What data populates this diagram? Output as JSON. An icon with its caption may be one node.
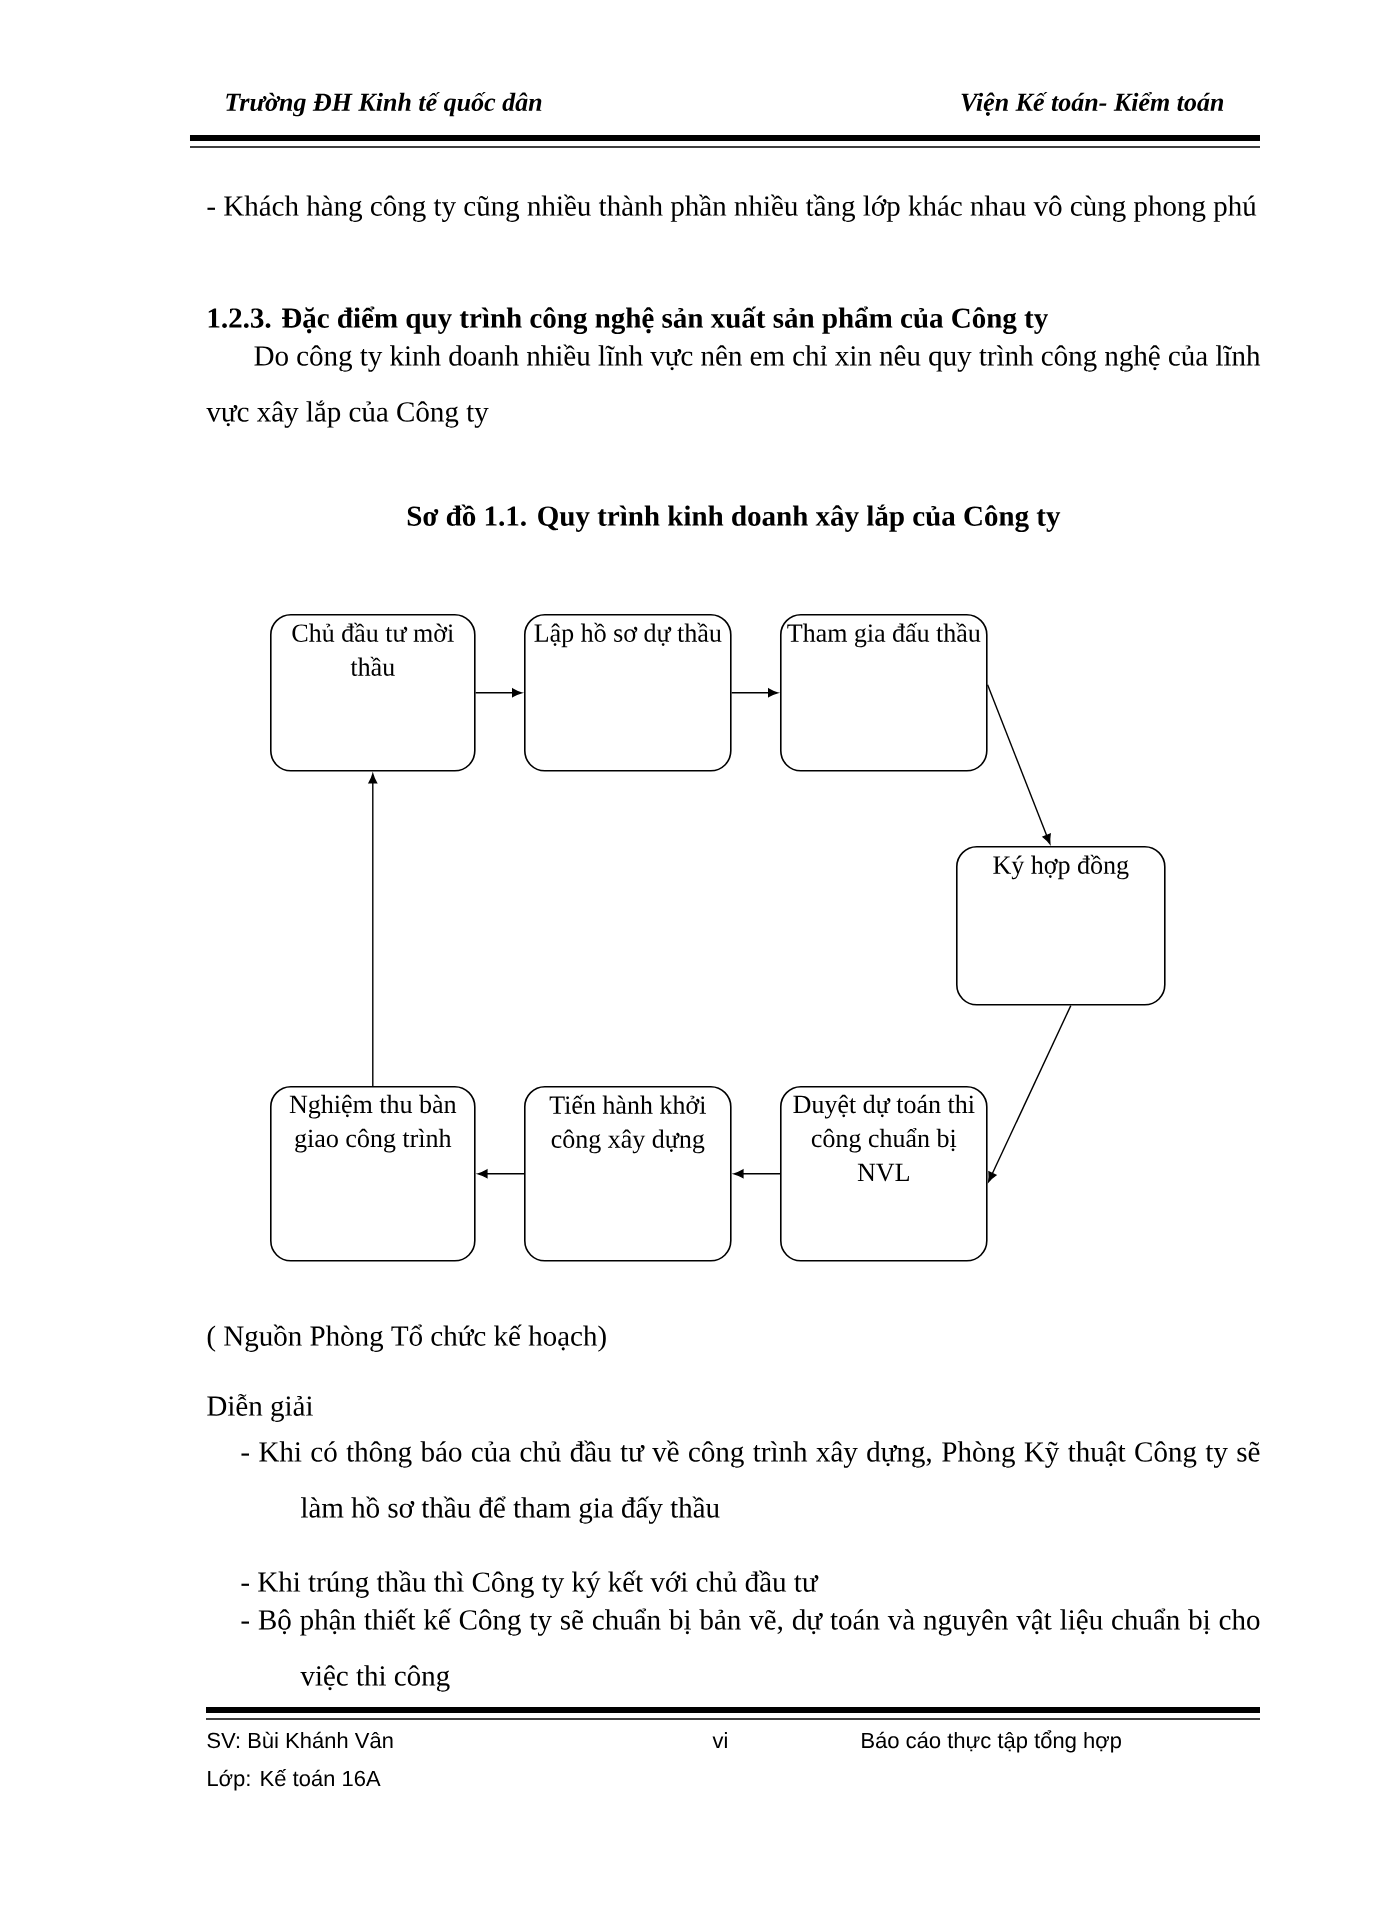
{
  "diagram": {
    "title": "Sơ đồ 1.1. Quy trình kinh doanh xây lắp của Công ty",
    "caption": "( Nguồn Phòng Tổ chức kế hoạch)",
    "nodes": [
      {
        "text": [
          "Chủ đầu tư mời thầu"
        ]
      },
      {
        "text": [
          "Lập hồ sơ dự thầu"
        ]
      },
      {
        "text": [
          "Tham gia đấu thầu"
        ]
      },
      {
        "text": [
          "Ký hợp đồng"
        ]
      },
      {
        "text": [
          "Duyệt dự toán thi công chuẩn bị NVL"
        ]
      },
      {
        "text": [
          "Tiến hành khởi công xây dựng"
        ]
      },
      {
        "text": [
          "Nghiệm thu bàn giao công trình"
        ]
      }
    ],
    "edges": [
      {
        "from": 0,
        "to": 1,
        "arrow": "to"
      },
      {
        "from": 1,
        "to": 2,
        "arrow": "to"
      },
      {
        "from": 2,
        "to": 3,
        "arrow": "to"
      },
      {
        "from": 3,
        "to": 4,
        "arrow": "to"
      },
      {
        "from": 4,
        "to": 5,
        "arrow": "to"
      },
      {
        "from": 5,
        "to": 6,
        "arrow": "to"
      },
      {
        "from": 6,
        "to": 0,
        "arrow": "to"
      }
    ],
    "labels": [
      "Trường ĐH Kinh tế quốc dân",
      "Viện Kế toán- Kiểm toán",
      "- Khách hàng công ty cũng nhiều thành phần nhiều tầng lớp khác nhau vô cùng phong phú",
      "1.2.3. Đặc điểm quy trình công nghệ sản xuất sản phẩm của Công ty",
      "Do công ty kinh doanh nhiều lĩnh vực nên em chỉ xin nêu quy trình công nghệ của lĩnh vực xây lắp của Công ty",
      "Diễn giải",
      "- Khi có thông báo của chủ đầu tư về công trình xây dựng, Phòng Kỹ thuật Công ty sẽ làm hồ sơ thầu để tham gia đấy thầu",
      "- Khi trúng thầu thì Công ty ký kết với chủ đầu tư",
      "- Bộ phận thiết kế Công ty sẽ chuẩn bị bản vẽ, dự toán và nguyên vật liệu chuẩn bị cho việc thi công",
      "SV: Bùi Khánh Vân",
      "vi",
      "Báo cáo thực tập tổng hợp",
      "Lớp: Kế toán 16A"
    ]
  }
}
